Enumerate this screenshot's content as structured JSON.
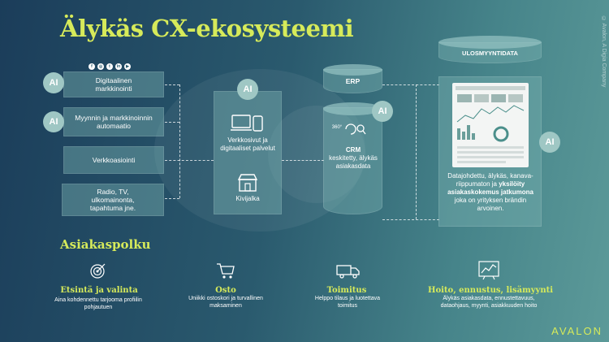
{
  "title": "Älykäs CX-ekosysteemi",
  "credit": "© Avalon, A Digia Company",
  "ai_label": "AI",
  "channels": [
    "Digitaalinen markkinointi",
    "Myynnin ja markkinoinnin automaatio",
    "Verkkoasiointi",
    "Radio, TV, ulkomainonta, tapahtuma jne."
  ],
  "touchpoints": {
    "web": "Verkkosivut ja digitaaliset palvelut",
    "store": "Kivijalka"
  },
  "systems": {
    "erp": "ERP",
    "crm_badge": "360°",
    "crm_title": "CRM",
    "crm_desc": "keskitetty, älykäs asiakasdata"
  },
  "outcome": {
    "header": "ULOSMYYNTIDATA",
    "text_plain": "Datajohdettu, älykäs, kanava-riippumaton ja",
    "text_bold": "yksilöity asiakaskokemus jatkumona",
    "text_end": "joka on yrityksen brändin arvoinen."
  },
  "journey": {
    "title": "Asiakaspolku",
    "stages": [
      {
        "title": "Etsintä ja valinta",
        "text": "Aina kohdennettu tarjooma profiilin pohjautuen",
        "icon": "target-icon"
      },
      {
        "title": "Osto",
        "text": "Uniikki ostoskori ja turvallinen maksaminen",
        "icon": "cart-icon"
      },
      {
        "title": "Toimitus",
        "text": "Helppo tilaus ja luotettava toimitus",
        "icon": "truck-icon"
      },
      {
        "title": "Hoito, ennustus, lisämyynti",
        "text": "Älykäs asiakasdata, ennustettavuus, dataohjaus, myynti, asiakkuuden hoito",
        "icon": "analytics-icon"
      }
    ]
  },
  "brand": "AVALON",
  "colors": {
    "accent": "#d6ea5a",
    "box": "#78afaf",
    "ai_circle": "#9fc7c4"
  }
}
